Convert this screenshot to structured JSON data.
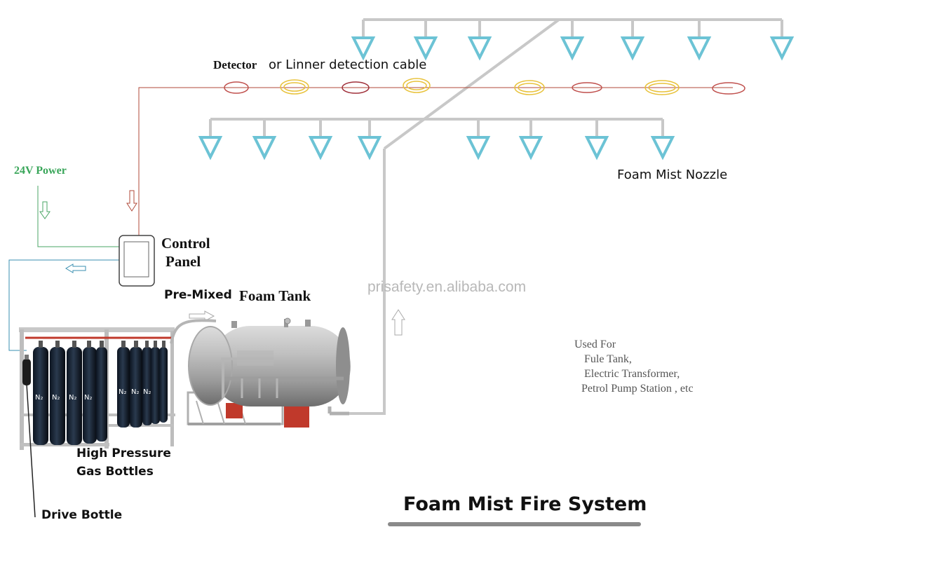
{
  "diagram": {
    "detector_label": "Detector",
    "detection_cable_label": "or Linner detection cable",
    "power_label": "24V Power",
    "control_panel_label_line1": "Control",
    "control_panel_label_line2": "Panel",
    "premixed_label": "Pre-Mixed",
    "foam_tank_label": "Foam Tank",
    "nozzle_label": "Foam Mist Nozzle",
    "watermark": "prisafety.en.alibaba.com",
    "used_for": {
      "heading": "Used For",
      "items": [
        "Fule Tank,",
        "Electric Transformer,",
        "Petrol Pump Station , etc"
      ]
    },
    "gas_bottles_label_line1": "High Pressure",
    "gas_bottles_label_line2": "Gas Bottles",
    "drive_bottle_label": "Drive Bottle",
    "title": "Foam Mist Fire System",
    "bottle_marking": "N2",
    "colors": {
      "pipe": "#c8c8c8",
      "nozzle": "#6cc3d5",
      "detection_line": "#b04a3a",
      "power_line": "#4aa565",
      "drive_line": "#3a8fb0",
      "power_label": "#3aa65a",
      "detector_yellow": "#e8c23a",
      "detector_red": "#c0504d"
    }
  }
}
